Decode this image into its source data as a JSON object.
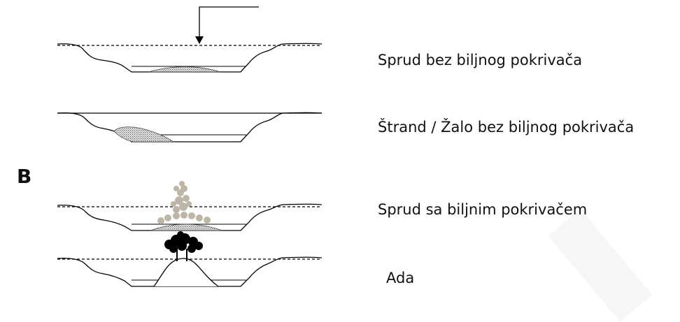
{
  "panel_letter": "B",
  "labels": [
    "Sprud bez biljnog pokrivača",
    "Štrand / Žalo bez biljnog pokrivača",
    "Sprud sa biljnim pokrivačem",
    "Ada"
  ],
  "colors": {
    "line": "#000000",
    "stipple": "#b5b5b5",
    "vegetation_light": "#bdb6a6",
    "tree": "#000000"
  }
}
